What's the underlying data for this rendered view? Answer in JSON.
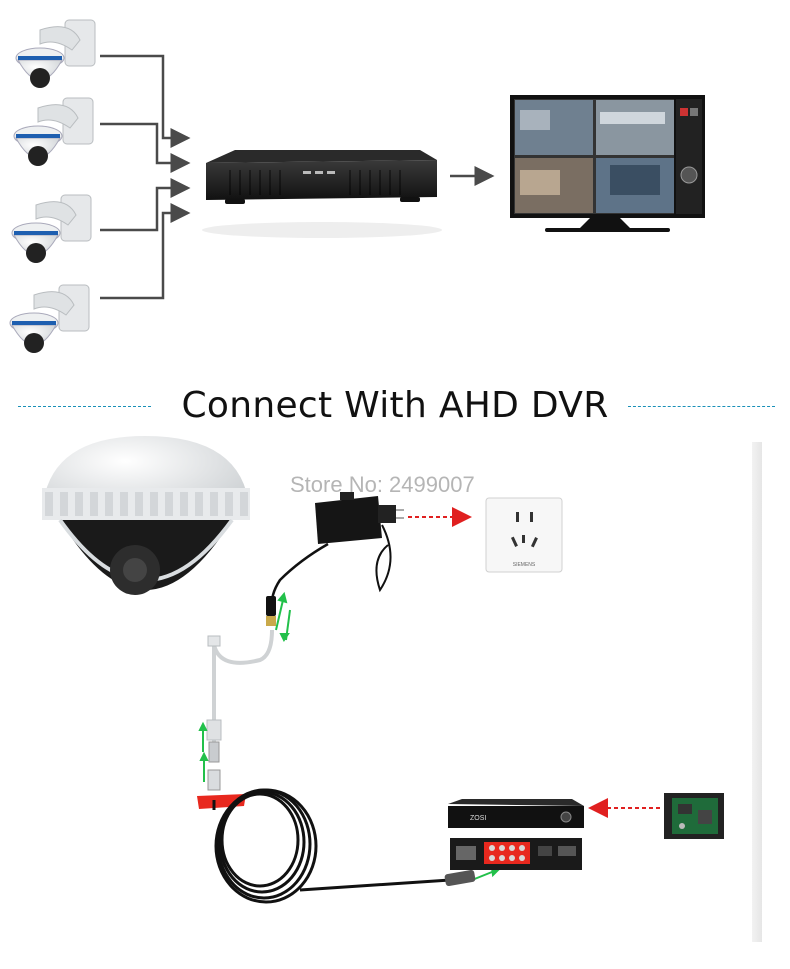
{
  "heading": "Connect With AHD DVR",
  "watermark": "Store No: 2499007",
  "dvr_brand": "ZOSI",
  "socket_brand": "SIEMENS",
  "colors": {
    "line": "#4a4a4a",
    "arrow_red": "#e02020",
    "arrow_green": "#22c04a",
    "rule": "#1a90b8",
    "connector_red": "#e8281e"
  },
  "icons": [
    "dome-camera-icon",
    "dvr-icon",
    "monitor-icon",
    "power-adapter-icon",
    "wall-socket-icon",
    "hard-drive-icon",
    "coax-cable-icon"
  ]
}
